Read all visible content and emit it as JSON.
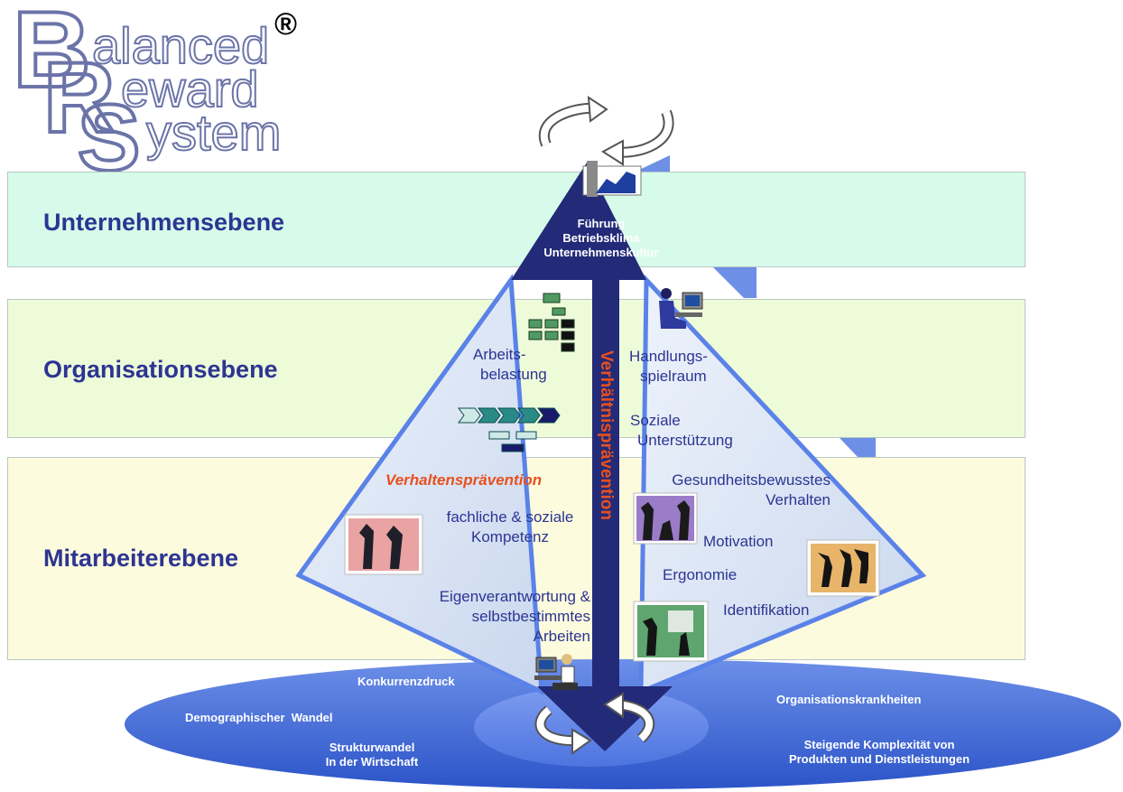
{
  "logo": {
    "line1": "alanced",
    "line2": "eward",
    "line3": "ystem",
    "registered": "®",
    "letters": [
      "B",
      "R",
      "S"
    ],
    "color": "#6b74a8"
  },
  "levels": {
    "company": "Unternehmensebene",
    "organisation": "Organisationsebene",
    "employee": "Mitarbeiterebene"
  },
  "apex": {
    "line1": "Führung",
    "line2": "Betriebsklima",
    "line3": "Unternehmenskultur"
  },
  "vertical_label": "Verhältnisprävention",
  "left_side": {
    "workload_1": "Arbeits-",
    "workload_2": "belastung",
    "behaviour_prevention": "Verhaltensprävention",
    "competence_1": "fachliche & soziale",
    "competence_2": "Kompetenz",
    "responsibility_1": "Eigenverantwortung &",
    "responsibility_2": "selbstbestimmtes",
    "responsibility_3": "Arbeiten"
  },
  "right_side": {
    "latitude_1": "Handlungs-",
    "latitude_2": "spielraum",
    "support_1": "Soziale",
    "support_2": "Unterstützung",
    "health_1": "Gesundheitsbewusstes",
    "health_2": "Verhalten",
    "motivation": "Motivation",
    "ergonomics": "Ergonomie",
    "identification": "Identifikation"
  },
  "base": {
    "competition": "Konkurrenzdruck",
    "demographic": "Demographischer  Wandel",
    "structural_1": "Strukturwandel",
    "structural_2": "In der Wirtschaft",
    "org_diseases": "Organisationskrankheiten",
    "complexity_1": "Steigende Komplexität von",
    "complexity_2": "Produkten und Dienstleistungen"
  },
  "colors": {
    "navy": "#232a78",
    "text_blue": "#2c3592",
    "orange": "#e8501e",
    "band_top": "#d6fbea",
    "band_mid": "#eefbd9",
    "band_bottom": "#fdfbdd",
    "disc": "#4a6fd8"
  },
  "icons": [
    "cycle-arrows-icon",
    "chart-icon",
    "org-chart-icon",
    "process-arrows-icon",
    "desk-worker-icon",
    "computer-user-icon",
    "silhouette-photo-icon",
    "jumping-people-icon",
    "presentation-photo-icon"
  ]
}
